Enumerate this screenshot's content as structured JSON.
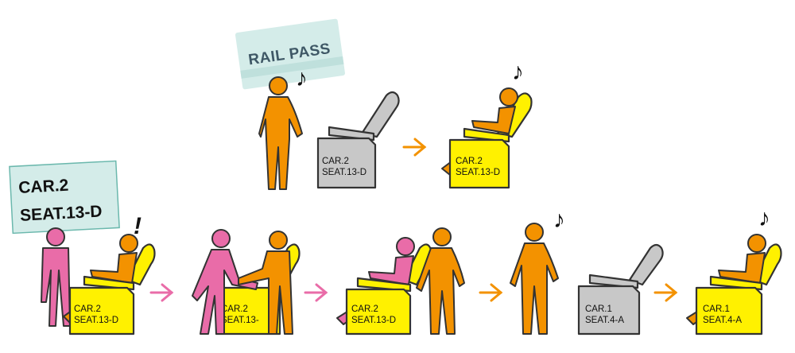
{
  "colors": {
    "orange": "#f39200",
    "pink": "#e96ca8",
    "yellow": "#fff100",
    "grey_seat": "#c8c8c8",
    "card_mint": "#d4ece9",
    "arrow_orange": "#f39200",
    "arrow_pink": "#e96ca8"
  },
  "top_row": {
    "pass_label": "RAIL PASS",
    "note_glyph": "♪",
    "seat_empty": {
      "line1": "CAR.2",
      "line2": "SEAT.13-D"
    },
    "seat_taken": {
      "line1": "CAR.2",
      "line2": "SEAT.13-D"
    }
  },
  "bottom_row": {
    "ticket_card": {
      "line1": "CAR.2",
      "line2": "SEAT.13-D"
    },
    "exclaim": "!",
    "seat_1": {
      "line1": "CAR.2",
      "line2": "SEAT.13-D"
    },
    "seat_2": {
      "line1": "CAR.2",
      "line2": "SEAT.13-"
    },
    "seat_3": {
      "line1": "CAR.2",
      "line2": "SEAT.13-D"
    },
    "seat_4": {
      "line1": "CAR.1",
      "line2": "SEAT.4-A"
    },
    "seat_5": {
      "line1": "CAR.1",
      "line2": "SEAT.4-A"
    },
    "note_glyph": "♪"
  }
}
